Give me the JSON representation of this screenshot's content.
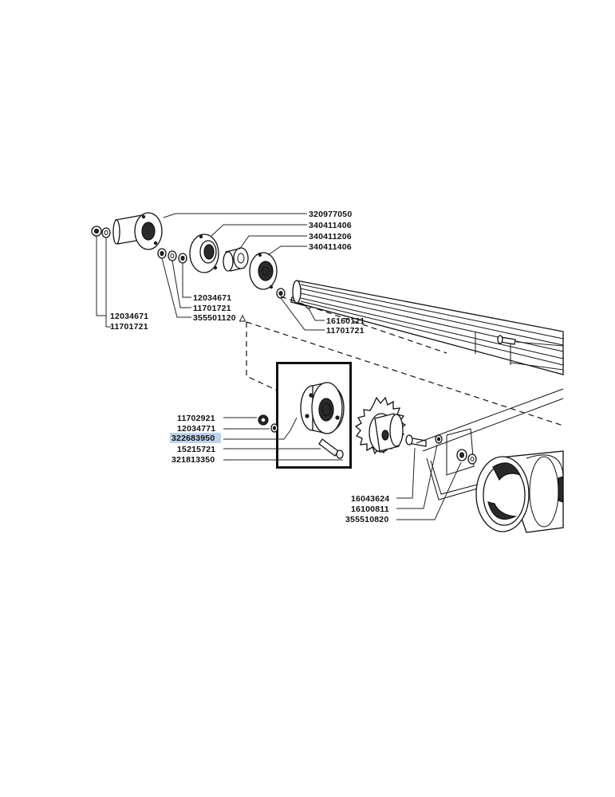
{
  "diagram": {
    "labels_top": [
      "320977050",
      "340411406",
      "340411206",
      "340411406"
    ],
    "labels_left_top": [
      "12034671",
      "11701721"
    ],
    "labels_mid": [
      "12034671",
      "11701721",
      "355501120"
    ],
    "labels_shaft": [
      "16160121",
      "11701721"
    ],
    "labels_left_mid": [
      "11702921",
      "12034771",
      "322683950",
      "15215721",
      "321813350"
    ],
    "labels_bottom_right": [
      "16043624",
      "16100811",
      "355510820"
    ],
    "triangle_mark": "△",
    "highlighted_part": "322683950",
    "highlight_color": "#bcd3ee"
  }
}
